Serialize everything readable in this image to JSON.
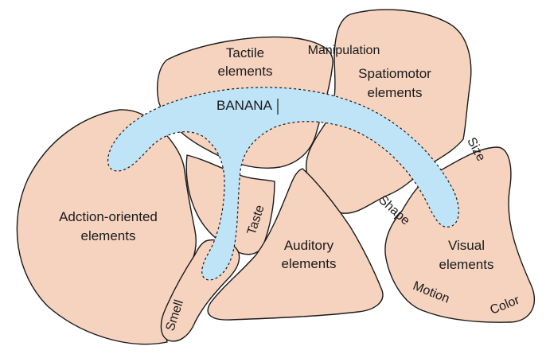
{
  "colors": {
    "region_fill": "#f6d3bf",
    "concept_fill": "#bfe3f7",
    "outline": "#1a1a1a",
    "background": "#ffffff"
  },
  "concept": {
    "word": "BANANA"
  },
  "regions": {
    "tactile": [
      "Tactile",
      "elements"
    ],
    "spatiomotor": [
      "Spatiomotor",
      "elements"
    ],
    "action": [
      "Adction-oriented",
      "elements"
    ],
    "auditory": [
      "Auditory",
      "elements"
    ],
    "visual": [
      "Visual",
      "elements"
    ]
  },
  "connectors": {
    "manipulation": "Manipulation",
    "size": "Size",
    "shape": "Shape",
    "taste": "Taste",
    "smell": "Smell",
    "motion": "Motion",
    "color": "Color"
  }
}
